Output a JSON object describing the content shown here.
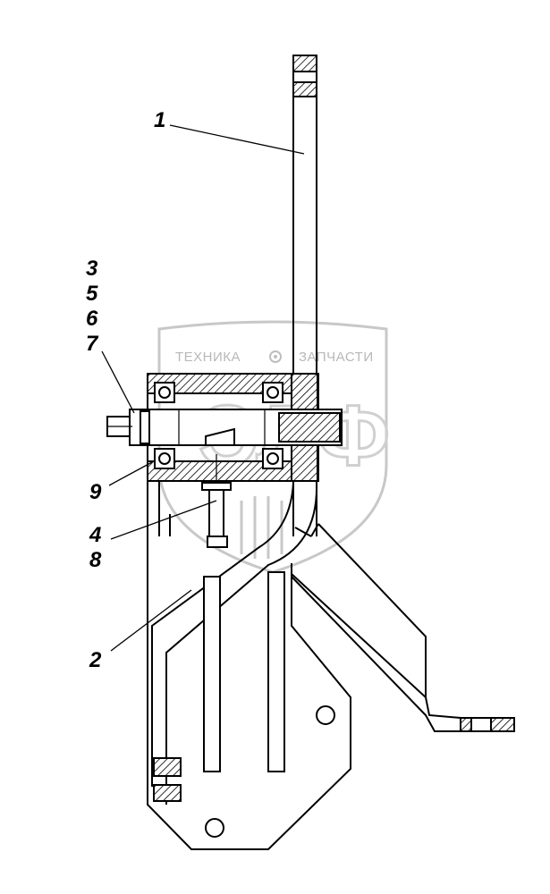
{
  "callouts": {
    "c1": "1",
    "c2": "2",
    "c3": "3",
    "c4": "4",
    "c5": "5",
    "c6": "6",
    "c7": "7",
    "c8": "8",
    "c9": "9"
  },
  "watermark": {
    "text_left": "ТЕХНИКА",
    "text_right": "ЗАПЧАСТИ",
    "letters": "ЭЛФ",
    "color": "#b8b8b8"
  }
}
